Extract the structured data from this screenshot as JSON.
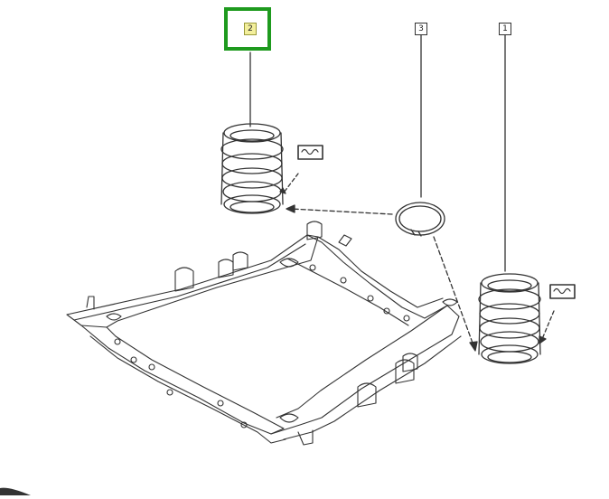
{
  "diagram": {
    "callouts": [
      {
        "id": "callout-2",
        "label": "2",
        "selected": true
      },
      {
        "id": "callout-3",
        "label": "3",
        "selected": false
      },
      {
        "id": "callout-1",
        "label": "1",
        "selected": false
      }
    ],
    "colors": {
      "line": "#333333",
      "highlight": "#1e9a1e",
      "selected_fill": "#f3ef9c"
    },
    "icons": [
      "coil-spring",
      "spring-seat-ring",
      "grease-symbol",
      "subframe"
    ]
  }
}
